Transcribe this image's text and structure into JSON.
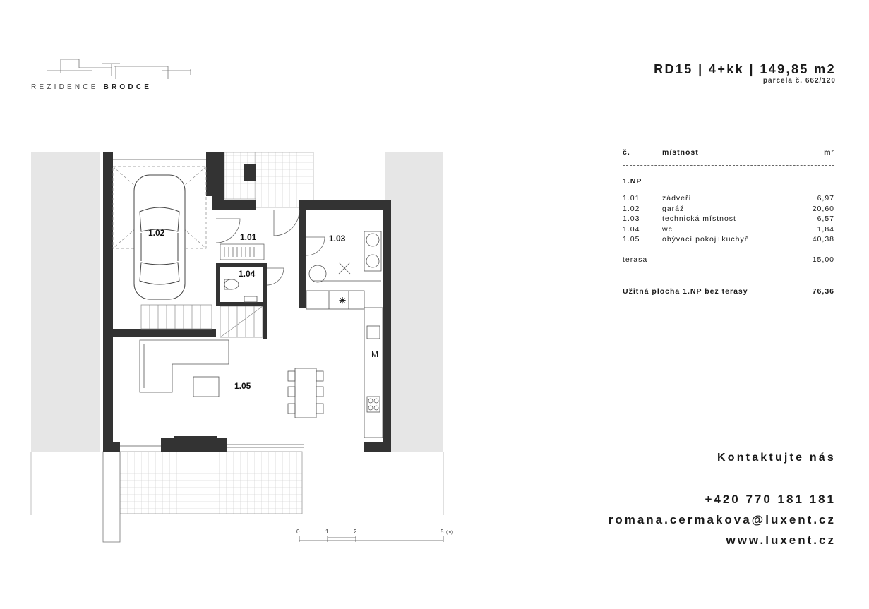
{
  "logo": {
    "text_light": "REZIDENCE",
    "text_bold": "BRODCE"
  },
  "header": {
    "title": "RD15  |  4+kk  |  149,85 m2",
    "parcel": "parcela č. 662/120"
  },
  "table": {
    "header": {
      "no": "č.",
      "name": "místnost",
      "unit": "m²"
    },
    "floor": "1.NP",
    "rows": [
      {
        "no": "1.01",
        "name": "zádveří",
        "value": "6,97"
      },
      {
        "no": "1.02",
        "name": "garáž",
        "value": "20,60"
      },
      {
        "no": "1.03",
        "name": "technická místnost",
        "value": "6,57"
      },
      {
        "no": "1.04",
        "name": "wc",
        "value": "1,84"
      },
      {
        "no": "1.05",
        "name": "obývací pokoj+kuchyň",
        "value": "40,38"
      }
    ],
    "terrace": {
      "name": "terasa",
      "value": "15,00"
    },
    "total": {
      "name": "Užitná plocha 1.NP bez terasy",
      "value": "76,36"
    }
  },
  "plan": {
    "rooms": [
      "1.01",
      "1.02",
      "1.03",
      "1.04",
      "1.05"
    ],
    "kitchen_mark": "M",
    "scale_ticks": [
      "0",
      "1",
      "2",
      "5"
    ],
    "scale_unit": "(m)"
  },
  "contact": {
    "title": "Kontaktujte nás",
    "phone": "+420 770 181 181",
    "email": "romana.cermakova@luxent.cz",
    "web": "www.luxent.cz"
  },
  "colors": {
    "wall": "#333333",
    "neighbour": "#e6e6e6",
    "text": "#1a1a1a"
  }
}
